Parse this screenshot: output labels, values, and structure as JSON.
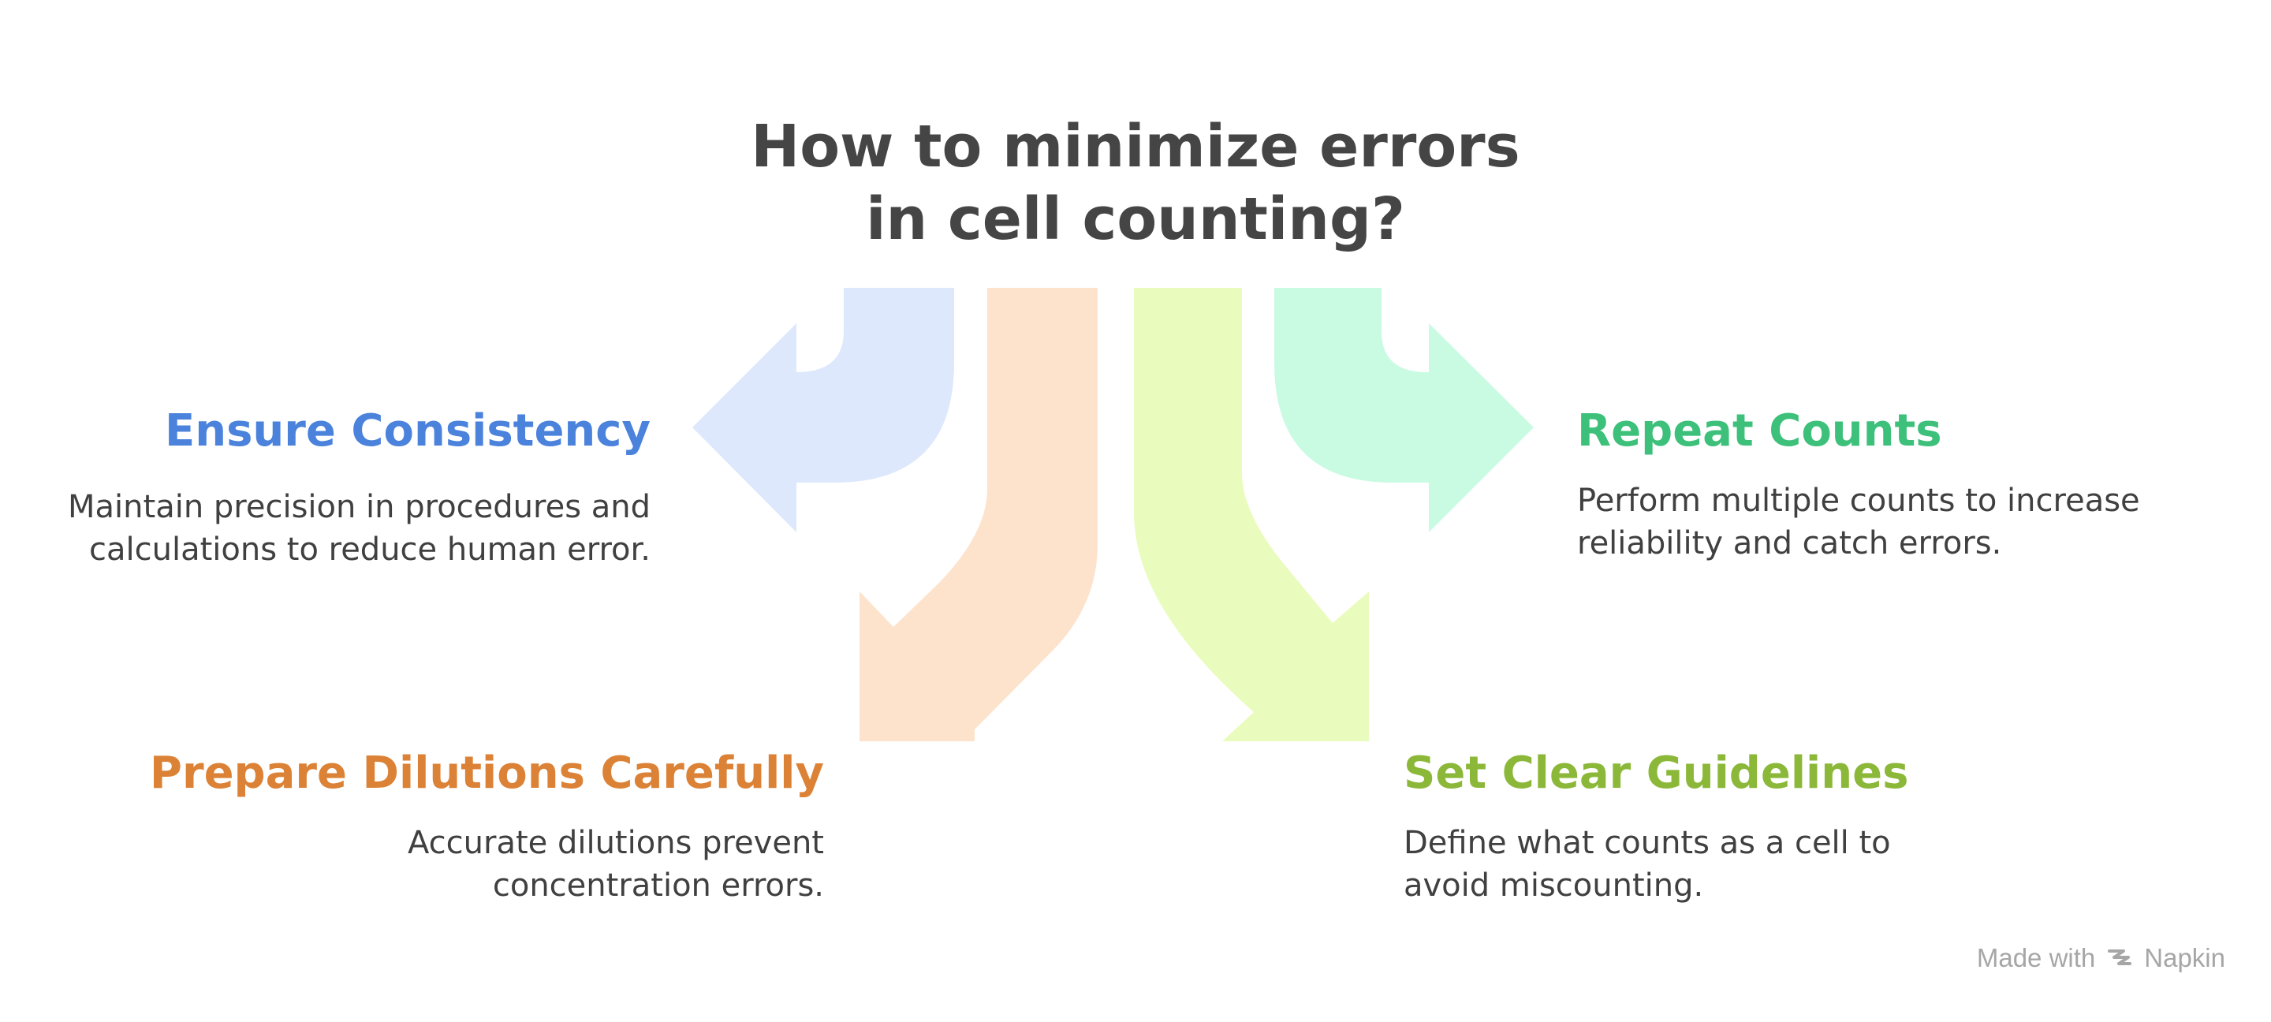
{
  "title": {
    "line1": "How to minimize errors",
    "line2": "in cell counting?"
  },
  "items": [
    {
      "heading": "Ensure Consistency",
      "description": "Maintain precision in procedures and calculations to reduce human error.",
      "color": "#4a82dc",
      "arrow_color": "#dde8fd"
    },
    {
      "heading": "Prepare Dilutions Carefully",
      "description": "Accurate dilutions prevent concentration errors.",
      "color": "#dc8236",
      "arrow_color": "#fde3cc"
    },
    {
      "heading": "Set Clear Guidelines",
      "description": "Define what counts as a cell to avoid miscounting.",
      "color": "#8cb83a",
      "arrow_color": "#eafcbd"
    },
    {
      "heading": "Repeat Counts",
      "description": "Perform multiple counts to increase reliability and catch errors.",
      "color": "#3cc07a",
      "arrow_color": "#c9fbe3"
    }
  ],
  "watermark": {
    "prefix": "Made with",
    "brand": "Napkin",
    "icon": "napkin-logo-icon"
  }
}
